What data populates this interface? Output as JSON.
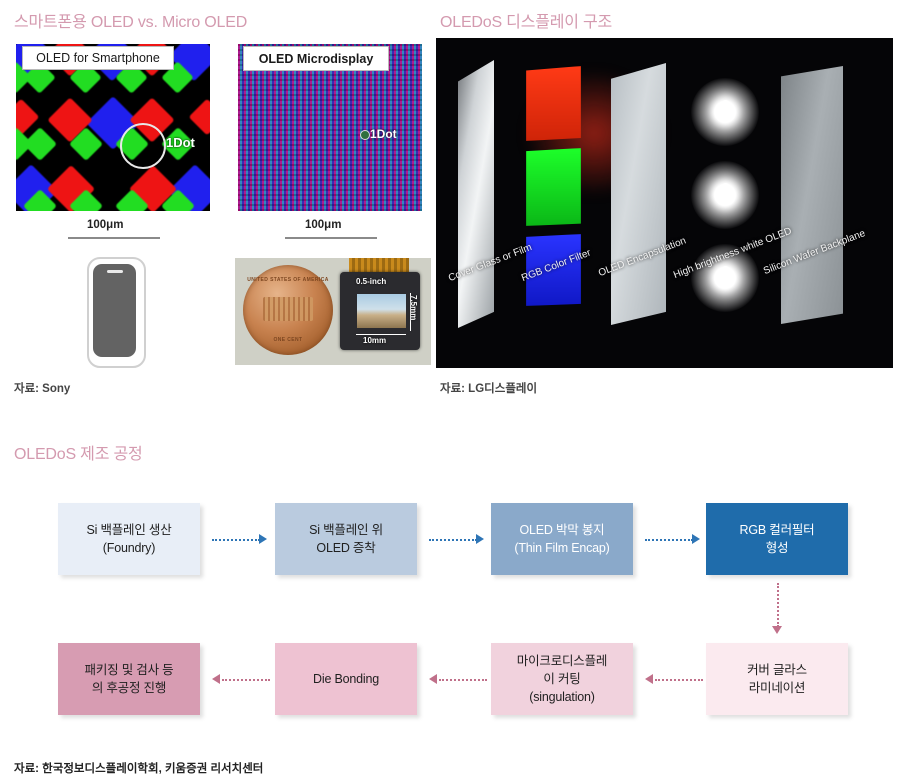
{
  "sections": {
    "left_title": "스마트폰용 OLED vs. Micro OLED",
    "right_title": "OLEDoS 디스플레이 구조",
    "process_title": "OLEDoS 제조 공정"
  },
  "panels": {
    "smartphone_label": "OLED for Smartphone",
    "microdisplay_label": "OLED Microdisplay",
    "onedot_left": "1Dot",
    "onedot_right": "1Dot",
    "scale_left": "100μm",
    "scale_right": "100μm"
  },
  "chip_photo": {
    "size_label": "0.5-inch",
    "height_label": "7.5mm",
    "width_label": "10mm",
    "coin_top": "UNITED STATES OF AMERICA",
    "coin_bottom": "ONE CENT"
  },
  "structure_layers": [
    "Cover Glass or Film",
    "RGB Color Filter",
    "OLED Encapsulation",
    "High brightness white OLED",
    "Silicon Wafer Backplane"
  ],
  "sources": {
    "left": "자료: Sony",
    "right": "자료: LG디스플레이",
    "footer": "자료: 한국정보디스플레이학회, 키움증권 리서치센터"
  },
  "flow": {
    "row1": [
      {
        "line1": "Si 백플레인 생산",
        "line2": "(Foundry)",
        "bg": "#e8eef7",
        "fg": "#1f1f1f"
      },
      {
        "line1": "Si 백플레인 위",
        "line2": "OLED 증착",
        "bg": "#bacbdf",
        "fg": "#1f1f1f"
      },
      {
        "line1": "OLED 박막 봉지",
        "line2": "(Thin Film Encap)",
        "bg": "#8aa9ca",
        "fg": "#ffffff"
      },
      {
        "line1": "RGB 컬러필터",
        "line2": "형성",
        "bg": "#1f6cab",
        "fg": "#ffffff"
      }
    ],
    "row2": [
      {
        "line1": "패키징 및 검사 등",
        "line2": "의 후공정 진행",
        "line3": "",
        "bg": "#d79cb2",
        "fg": "#1f1f1f"
      },
      {
        "line1": "Die Bonding",
        "line2": "",
        "line3": "",
        "bg": "#eec2d2",
        "fg": "#1f1f1f"
      },
      {
        "line1": "마이크로디스플레",
        "line2": "이 커팅",
        "line3": "(singulation)",
        "bg": "#f1d2dd",
        "fg": "#1f1f1f"
      },
      {
        "line1": "커버 글라스",
        "line2": "라미네이션",
        "line3": "",
        "bg": "#fbeaef",
        "fg": "#1f1f1f"
      }
    ],
    "arrow_color_blue": "#2e75b6",
    "arrow_color_pink": "#c0708a"
  }
}
